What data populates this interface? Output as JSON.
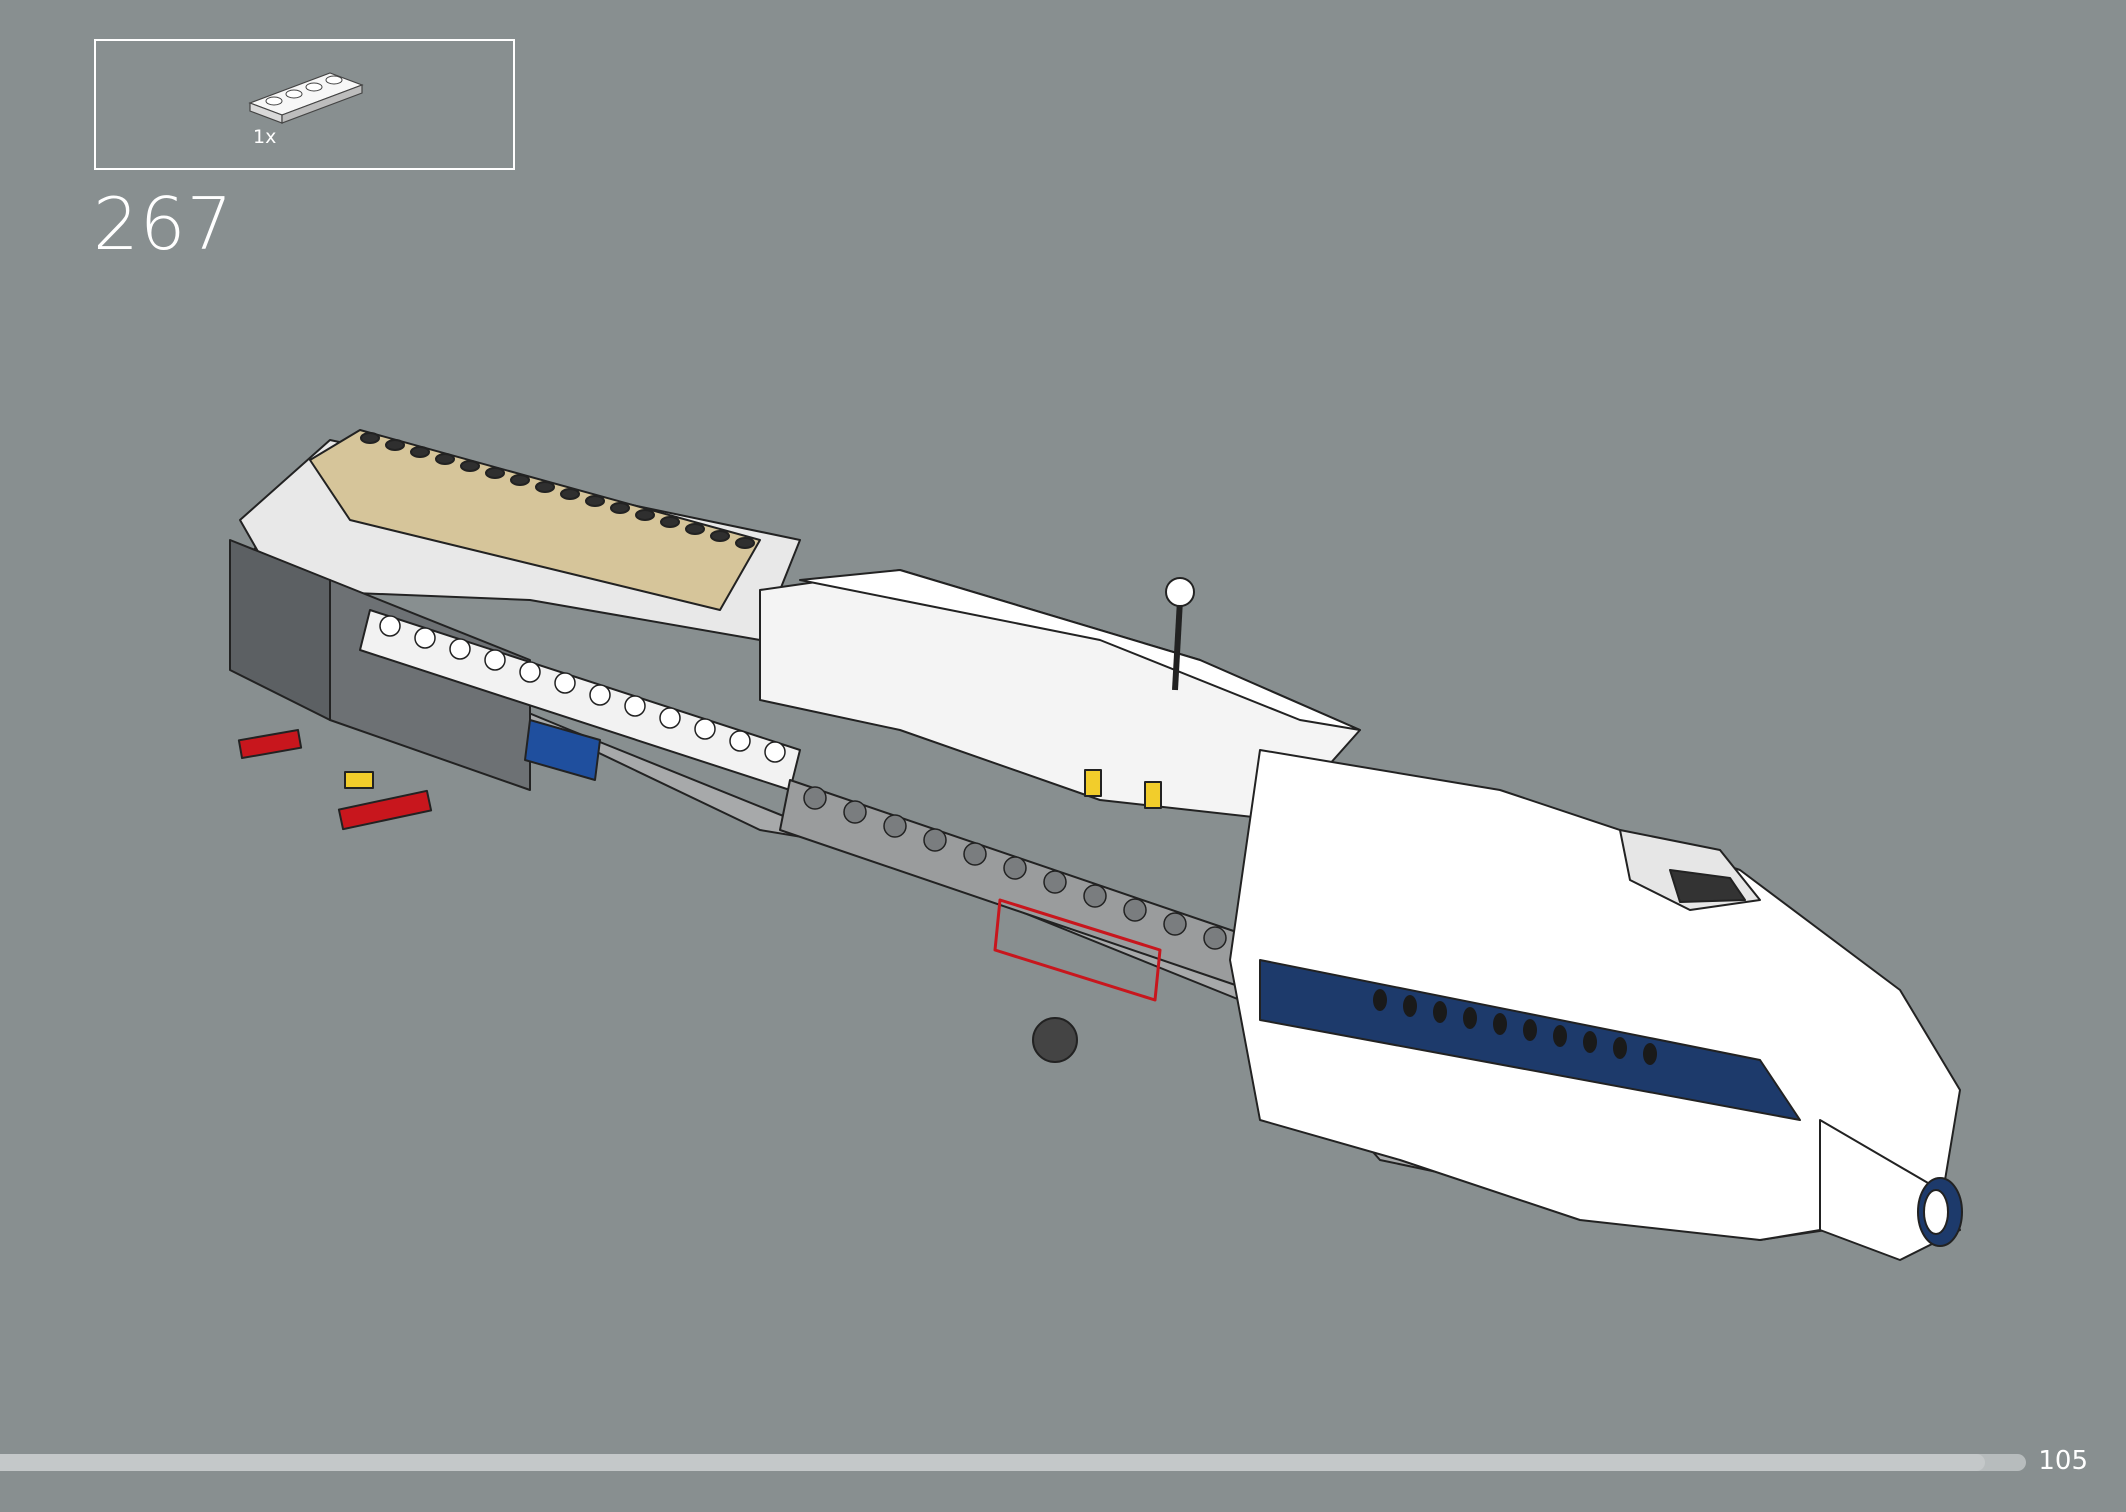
{
  "step": {
    "number": "267",
    "parts": [
      {
        "icon": "white-plate-1x4-icon",
        "quantity": "1x",
        "color": "#f4f4f4"
      }
    ]
  },
  "model": {
    "icon": "spaceship-model-icon"
  },
  "footer": {
    "page_number": "105",
    "progress": 0.98
  },
  "colors": {
    "background": "#888f90",
    "white": "#ffffff",
    "tan": "#d6c59a",
    "dark_gray": "#5c6063",
    "light_gray": "#a5a7a8",
    "blue": "#1f4f9e",
    "navy": "#1d3a6b",
    "red": "#c8161d",
    "yellow": "#f2cd2b"
  }
}
